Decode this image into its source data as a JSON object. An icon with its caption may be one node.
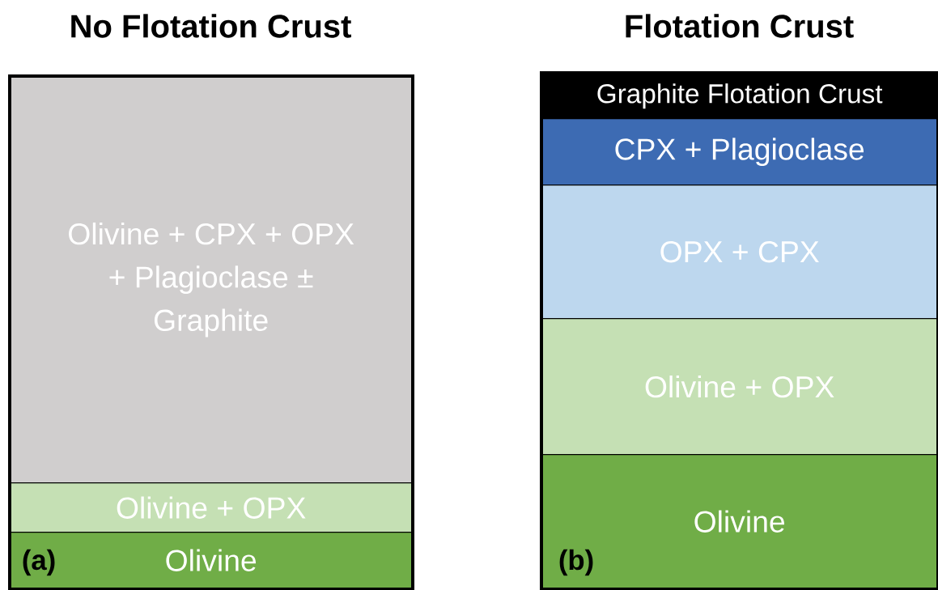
{
  "diagram": {
    "nodes": [
      {
        "text": [
          "No Flotation Crust"
        ]
      },
      {
        "text": [
          "Olivine + CPX + OPX + Plagioclase ± Graphite"
        ],
        "in": 0
      },
      {
        "text": [
          "Olivine + OPX"
        ],
        "in": 0
      },
      {
        "text": [
          "Olivine"
        ],
        "in": 0
      },
      {
        "text": [
          "Flotation Crust"
        ]
      },
      {
        "text": [
          "Graphite Flotation Crust"
        ],
        "in": 4
      },
      {
        "text": [
          "CPX + Plagioclase"
        ],
        "in": 4
      },
      {
        "text": [
          "OPX + CPX"
        ],
        "in": 4
      },
      {
        "text": [
          "Olivine + OPX"
        ],
        "in": 4
      },
      {
        "text": [
          "Olivine"
        ],
        "in": 4
      }
    ],
    "labels": [
      "(a)",
      "(b)"
    ]
  }
}
